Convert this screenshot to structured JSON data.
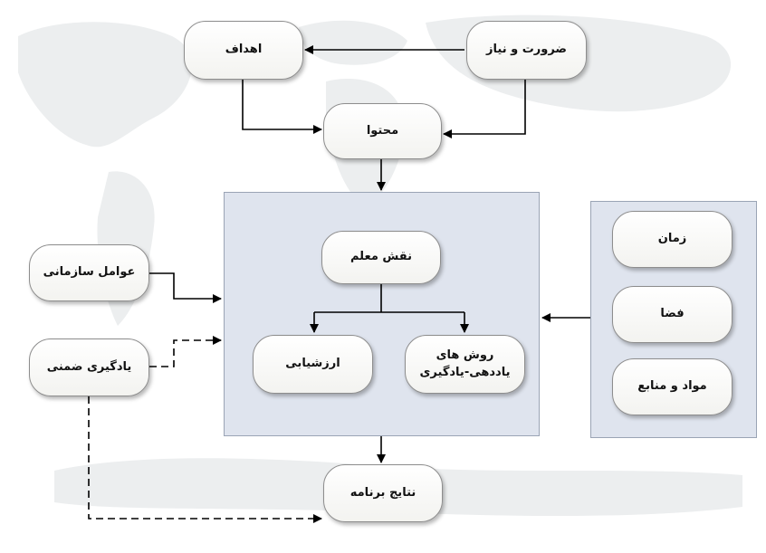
{
  "nodes": {
    "zarurat": "ضرورت و نیاز",
    "ahdaf": "اهداف",
    "mohtava": "محتوا",
    "naghsh_moallem": "نقش معلم",
    "arzeshyabi": "ارزشیابی",
    "ravesh_line1": "روش های",
    "ravesh_line2": "یاددهی-یادگیری",
    "avamel": "عوامل سازمانی",
    "zemni": "یادگیری ضمنی",
    "zaman": "زمان",
    "faza": "فضا",
    "mavad": "مواد و منابع",
    "natayej": "نتایج برنامه"
  },
  "colors": {
    "panel": "#dfe4ee",
    "node_border": "#8d8d8d",
    "arrow": "#000000"
  }
}
